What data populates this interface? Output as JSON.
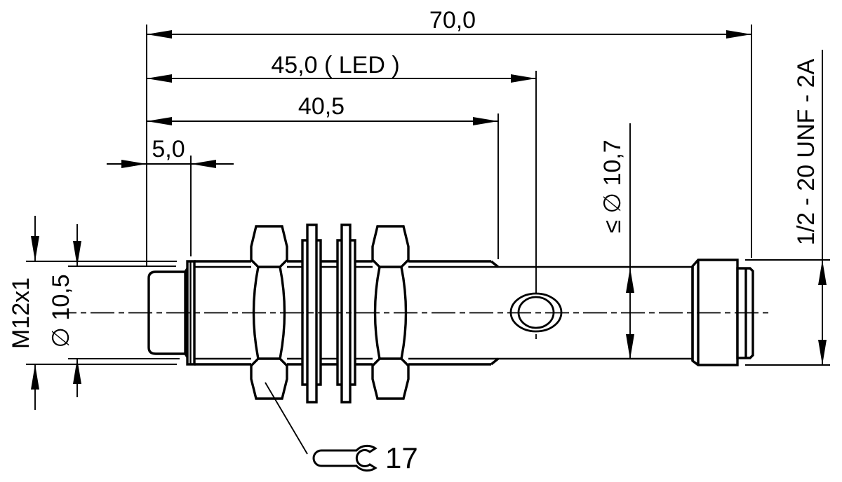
{
  "drawing": {
    "dimensions": {
      "overall_length": "70,0",
      "led_distance": "45,0 ( LED )",
      "thread_length": "40,5",
      "tip_length": "5,0",
      "tip_thread": "M12x1",
      "tip_diameter": "∅ 10,5",
      "shaft_diameter": "≤ ∅ 10,7",
      "connector_thread": "1/2 - 20 UNF - 2A",
      "wrench_size": "17"
    },
    "colors": {
      "line": "#000000",
      "background": "#ffffff"
    }
  }
}
